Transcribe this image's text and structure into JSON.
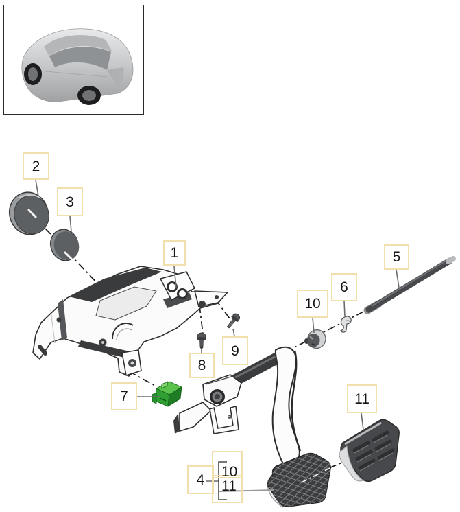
{
  "diagram": {
    "type": "exploded-parts-diagram",
    "callouts": {
      "c1": {
        "label": "1"
      },
      "c2": {
        "label": "2"
      },
      "c3": {
        "label": "3"
      },
      "c4": {
        "label": "4"
      },
      "c5": {
        "label": "5"
      },
      "c6": {
        "label": "6"
      },
      "c7": {
        "label": "7",
        "highlighted": true
      },
      "c8": {
        "label": "8"
      },
      "c9": {
        "label": "9"
      },
      "c10": {
        "label": "10"
      },
      "c11": {
        "label": "11"
      },
      "group10": {
        "label": "10"
      },
      "group11": {
        "label": "11"
      }
    },
    "colors": {
      "callout_border": "#f2e0ac",
      "highlight_green": "#2f9e33",
      "leader_gray": "#6b6b6b",
      "part_dark_gray": "#47494c",
      "background": "#ffffff"
    },
    "icons": {
      "vehicle_thumbnail": "car-rear-three-quarter-view"
    }
  }
}
